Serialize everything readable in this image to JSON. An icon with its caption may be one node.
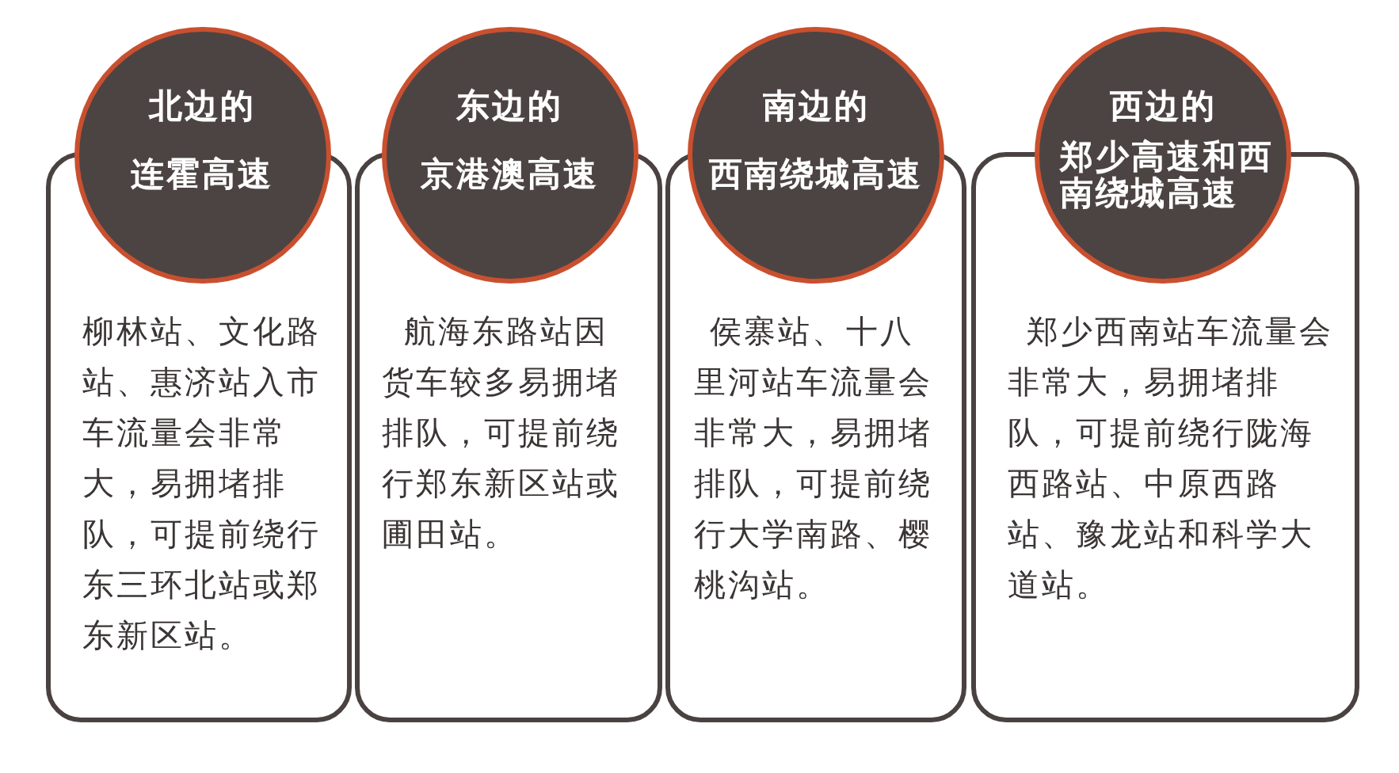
{
  "diagram": {
    "nodes": [
      {
        "text": [
          "北边的",
          "连霍高速"
        ]
      },
      {
        "text": [
          "柳林站、文化路站、惠济站入市车流量会非常大，易拥堵排队，可提前绕行东三环北站或郑东新区站。"
        ]
      },
      {
        "text": [
          "东边的",
          "京港澳高速"
        ]
      },
      {
        "text": [
          "航海东路站因货车较多易拥堵排队，可提前绕行郑东新区站或圃田站。"
        ]
      },
      {
        "text": [
          "南边的",
          "西南绕城高速"
        ]
      },
      {
        "text": [
          "侯寨站、十八里河站车流量会非常大，易拥堵排队，可提前绕行大学南路、樱桃沟站。"
        ]
      },
      {
        "text": [
          "西边的",
          "郑少高速和西南绕城高速"
        ]
      },
      {
        "text": [
          "郑少西南站车流量会非常大，易拥堵排队，可提前绕行陇海西路站、中原西路站、豫龙站和科学大道站。"
        ]
      }
    ]
  }
}
